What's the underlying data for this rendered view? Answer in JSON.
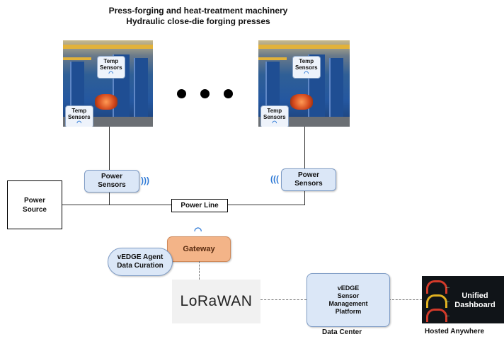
{
  "title": {
    "line1": "Press-forging and heat-treatment machinery",
    "line2": "Hydraulic close-die forging presses"
  },
  "temp_sensor_label": {
    "line1": "Temp",
    "line2": "Sensors"
  },
  "power_sensor_label": {
    "line1": "Power",
    "line2": "Sensors"
  },
  "power_source": {
    "line1": "Power",
    "line2": "Source"
  },
  "power_line": "Power Line",
  "gateway": "Gateway",
  "vedge_agent": {
    "line1": "vEDGE Agent",
    "line2": "Data Curation"
  },
  "lorawan": "LoRaWAN",
  "vedge_platform": {
    "line1": "vEDGE",
    "line2": "Sensor",
    "line3": "Management",
    "line4": "Platform"
  },
  "data_center": "Data Center",
  "dashboard": {
    "line1": "Unified",
    "line2": "Dashboard"
  },
  "hosted_anywhere": "Hosted Anywhere",
  "icons": {
    "wifi": "wifi-icon",
    "wave": "signal-wave-icon"
  }
}
